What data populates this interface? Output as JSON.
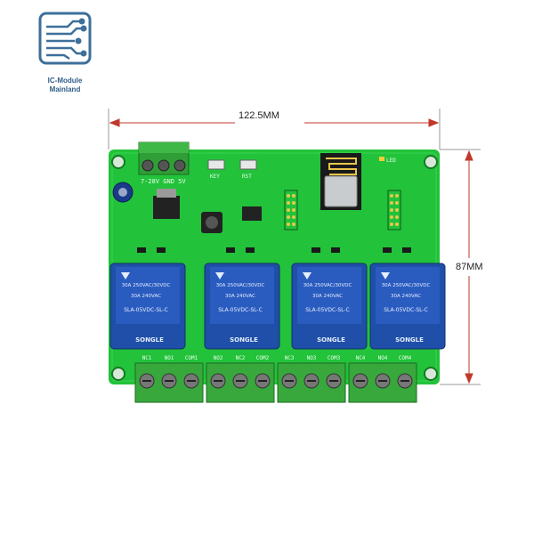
{
  "brand": {
    "line1": "IC-Module",
    "line2": "Mainland"
  },
  "dimensions": {
    "width": "122.5MM",
    "height": "87MM"
  },
  "board": {
    "power_label": "7-28V GND 5V",
    "key_label": "KEY",
    "rst_label": "RST",
    "led_label": "LED"
  },
  "relays": [
    {
      "brand": "SONGLE",
      "model": "SLA-05VDC-SL-C",
      "rating1": "30A 250VAC/30VDC",
      "rating2": "30A 240VAC"
    },
    {
      "brand": "SONGLE",
      "model": "SLA-05VDC-SL-C",
      "rating1": "30A 250VAC/30VDC",
      "rating2": "30A 240VAC"
    },
    {
      "brand": "SONGLE",
      "model": "SLA-05VDC-SL-C",
      "rating1": "30A 250VAC/30VDC",
      "rating2": "30A 240VAC"
    },
    {
      "brand": "SONGLE",
      "model": "SLA-05VDC-SL-C",
      "rating1": "30A 250VAC/30VDC",
      "rating2": "30A 240VAC"
    }
  ],
  "terminals": [
    "NC1",
    "NO1",
    "COM1",
    "NO2",
    "NC2",
    "COM2",
    "NC3",
    "NO3",
    "COM3",
    "NC4",
    "NO4",
    "COM4"
  ],
  "colors": {
    "pcb": "#22c23a",
    "relay": "#1f4fa8",
    "terminal": "#38a83c"
  }
}
